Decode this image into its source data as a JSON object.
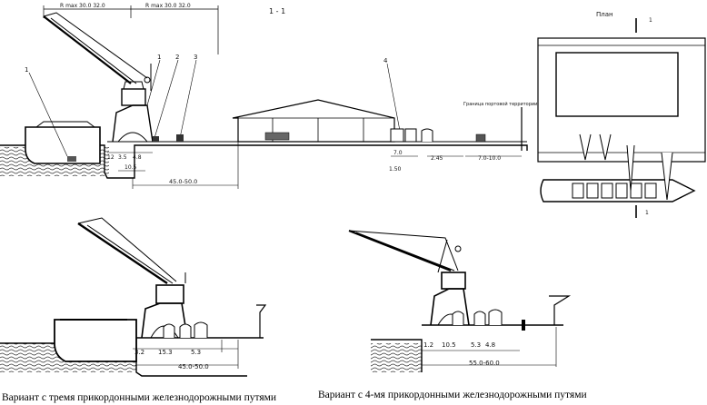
{
  "section_title": "1 - 1",
  "plan_title": "План",
  "top": {
    "reach_left": "R max 30.0 32.0",
    "reach_right": "R max 30.0 32.0",
    "callouts": [
      "1",
      "1",
      "2",
      "3",
      "4"
    ],
    "border_label": "Граница портовой территории",
    "dims": {
      "d12": "12",
      "d35": "3.5",
      "d48": "4.8",
      "d105": "10.5",
      "d4550": "45.0-50.0",
      "d70": "7.0",
      "d245": "2.45",
      "d70100": "7.0-10.0",
      "d150": "1.50"
    }
  },
  "plan": {
    "mark_top": "1",
    "mark_bottom": "1"
  },
  "bottom_left": {
    "dims": {
      "d32": "3.2",
      "d153": "15.3",
      "d53": "5.3",
      "d4550": "45.0-50.0"
    },
    "caption": "Вариант с тремя прикордонными железнодорожными путями"
  },
  "bottom_right": {
    "dims": {
      "d12": "1.2",
      "d105": "10.5",
      "d53": "5.3",
      "d48": "4.8",
      "d5560": "55.0-60.0"
    },
    "caption": "Вариант с 4-мя прикордонными железнодорожными путями"
  }
}
